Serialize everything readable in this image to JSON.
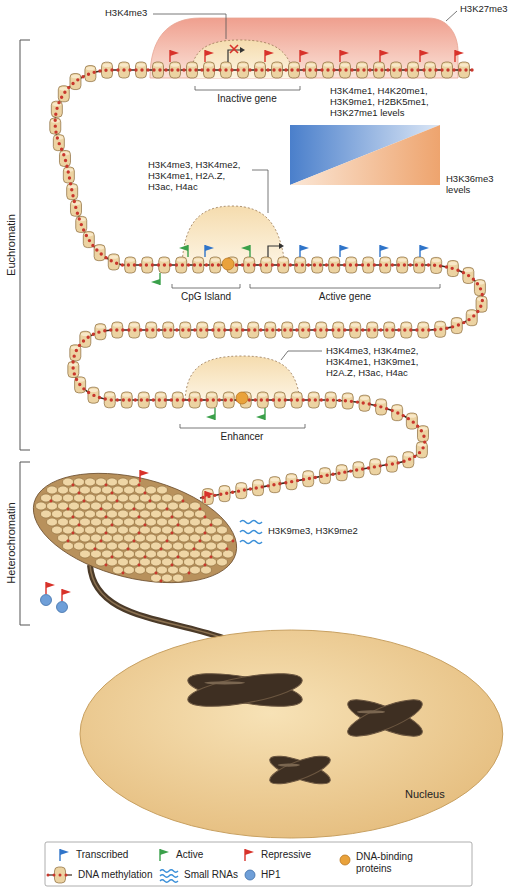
{
  "diagram": {
    "nodes": [
      {
        "text": [
          "Nucleus"
        ]
      }
    ],
    "labels": [
      "Euchromatin",
      "H3K4me3",
      "H3K27me3",
      "Inactive gene",
      "H3K4me1, H4K20me1, H3K9me1, H2BK5me1, H3K27me1 levels",
      "H3K4me3, H3K4me2, H3K4me1, H2A.Z, H3ac, H4ac",
      "H3K36me3 levels",
      "CpG Island",
      "Active gene",
      "H3K4me3, H3K4me2, H3K4me1, H3K9me1, H2A.Z, H3ac, H4ac",
      "Enhancer",
      "Heterochromatin",
      "H3K9me3, H3K9me2"
    ],
    "legend": [
      {
        "text": "Transcribed"
      },
      {
        "text": "Active"
      },
      {
        "text": "Repressive"
      },
      {
        "text": "DNA-binding proteins"
      },
      {
        "text": "DNA methylation"
      },
      {
        "text": "Small RNAs"
      },
      {
        "text": "HP1"
      }
    ]
  }
}
